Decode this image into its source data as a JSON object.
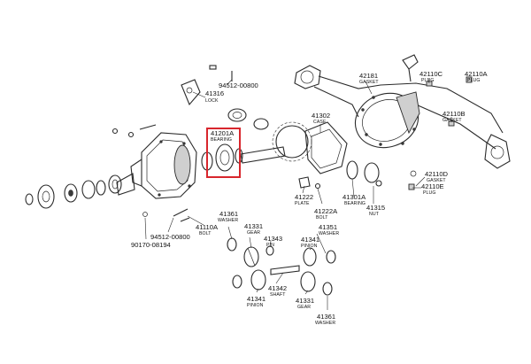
{
  "callouts": [
    {
      "id": "41316",
      "num": "41316",
      "name": "LOCK"
    },
    {
      "id": "94512-00800-top",
      "num": "94512-00800",
      "name": ""
    },
    {
      "id": "42181",
      "num": "42181",
      "name": "GASKET"
    },
    {
      "id": "42110C",
      "num": "42110C",
      "name": "PLUG"
    },
    {
      "id": "42110A",
      "num": "42110A",
      "name": "PLUG"
    },
    {
      "id": "42110B",
      "num": "42110B",
      "name": "GASKET"
    },
    {
      "id": "41302",
      "num": "41302",
      "name": "CASE"
    },
    {
      "id": "41201A",
      "num": "41201A",
      "name": "BEARING"
    },
    {
      "id": "42110D",
      "num": "42110D",
      "name": "GASKET"
    },
    {
      "id": "42110E",
      "num": "42110E",
      "name": "PLUG"
    },
    {
      "id": "41301A",
      "num": "41301A",
      "name": "BEARING"
    },
    {
      "id": "41315",
      "num": "41315",
      "name": "NUT"
    },
    {
      "id": "41222",
      "num": "41222",
      "name": "PLATE"
    },
    {
      "id": "41222A",
      "num": "41222A",
      "name": "BOLT"
    },
    {
      "id": "41361-a",
      "num": "41361",
      "name": "WASHER"
    },
    {
      "id": "41331-a",
      "num": "41331",
      "name": "GEAR"
    },
    {
      "id": "41343",
      "num": "41343",
      "name": "PIN"
    },
    {
      "id": "41351",
      "num": "41351",
      "name": "WASHER"
    },
    {
      "id": "41341-a",
      "num": "41341",
      "name": "PINION"
    },
    {
      "id": "41110A",
      "num": "41110A",
      "name": "BOLT"
    },
    {
      "id": "94512-00800-bottom",
      "num": "94512-00800",
      "name": ""
    },
    {
      "id": "90170-08194",
      "num": "90170-08194",
      "name": ""
    },
    {
      "id": "41342",
      "num": "41342",
      "name": "SHAFT"
    },
    {
      "id": "41341-b",
      "num": "41341",
      "name": "PINION"
    },
    {
      "id": "41331-b",
      "num": "41331",
      "name": "GEAR"
    },
    {
      "id": "41361-b",
      "num": "41361",
      "name": "WASHER"
    }
  ],
  "highlight": {
    "color": "#d8262d"
  }
}
